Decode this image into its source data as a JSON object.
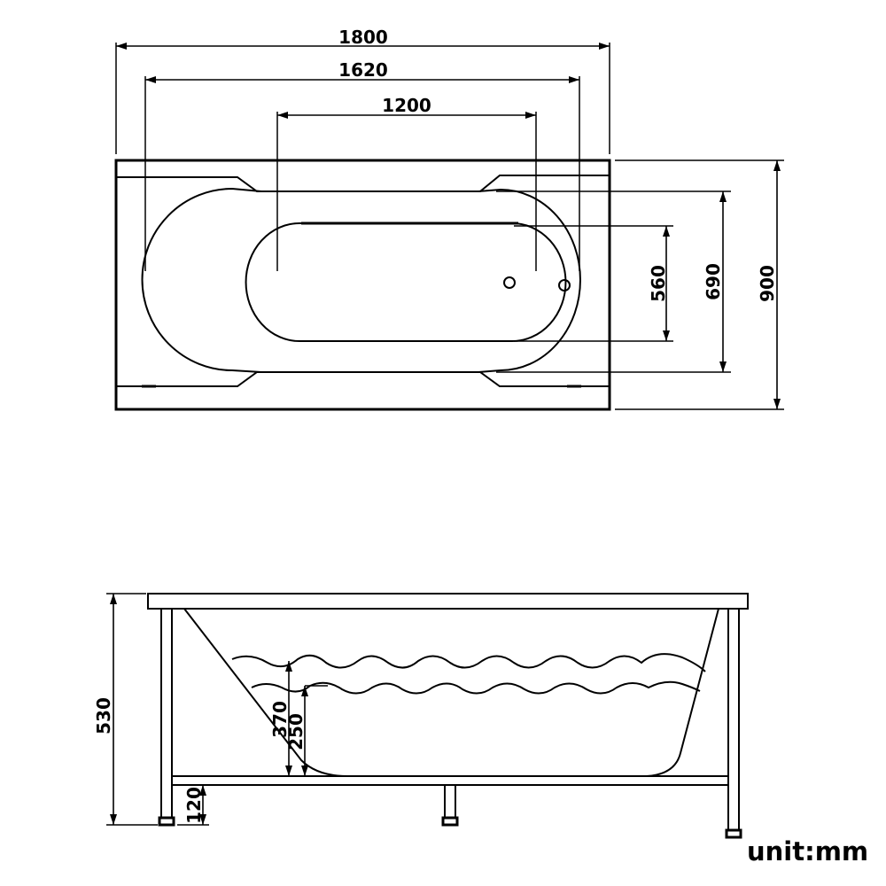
{
  "top_view": {
    "dimensions": {
      "overall_length": "1800",
      "rim_length": "1620",
      "bottom_length": "1200",
      "bottom_width": "560",
      "inner_width": "690",
      "overall_width": "900"
    }
  },
  "side_view": {
    "dimensions": {
      "overall_height": "530",
      "water_level_high": "370",
      "water_level_low": "250",
      "leg_height": "120"
    }
  },
  "unit_label": "unit:mm",
  "colors": {
    "line": "#000000",
    "background": "#ffffff"
  }
}
